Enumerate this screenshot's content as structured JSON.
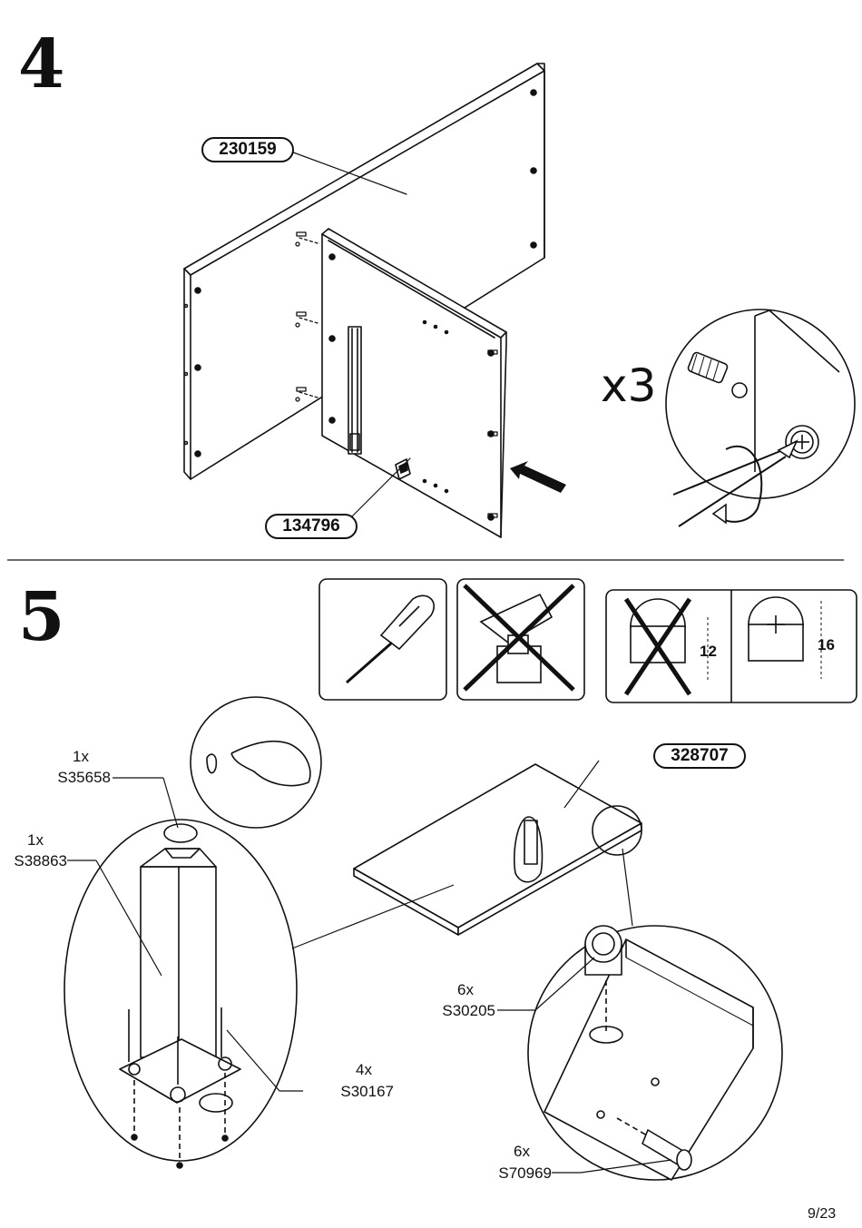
{
  "page": {
    "number": "9/23"
  },
  "step4": {
    "step_number": "4",
    "part_top": "230159",
    "part_bottom": "134796",
    "quantity": "x3",
    "icons": [
      "arrow-icon",
      "cam-lock-icon",
      "screwdriver-icon",
      "rotation-arrow-icon"
    ]
  },
  "step5": {
    "step_number": "5",
    "tools": {
      "allowed": "screwdriver-icon",
      "forbidden": "power-drill-icon"
    },
    "cam_measure_forbidden": "12",
    "cam_measure_ok": "16",
    "panel_part": "328707",
    "parts": {
      "cap": {
        "qty": "1x",
        "code": "S35658"
      },
      "leg": {
        "qty": "1x",
        "code": "S38863"
      },
      "screws": {
        "qty": "4x",
        "code": "S30167"
      },
      "cam": {
        "qty": "6x",
        "code": "S30205"
      },
      "dowel": {
        "qty": "6x",
        "code": "S70969"
      }
    }
  }
}
